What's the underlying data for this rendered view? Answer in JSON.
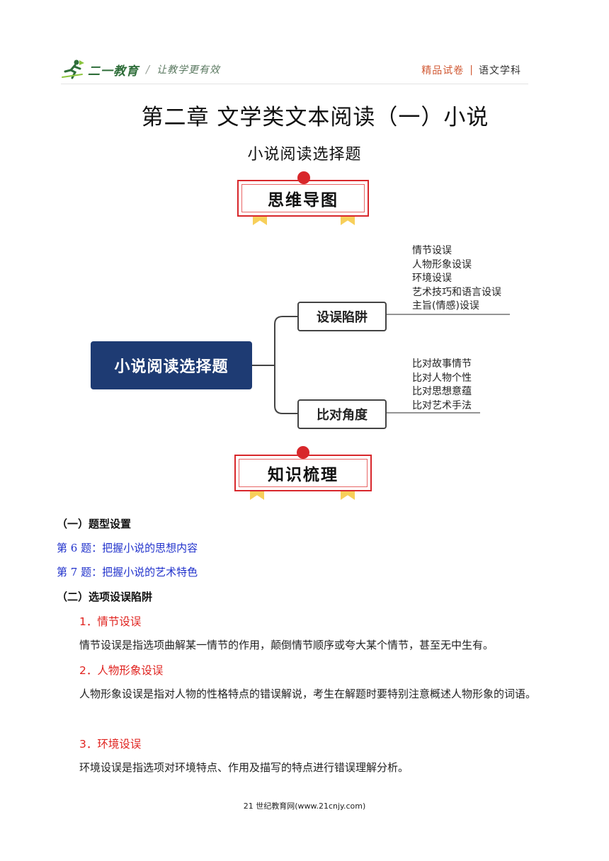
{
  "header": {
    "logo_text": "二一教育",
    "slogan": "让教学更有效",
    "tag": "精品试卷",
    "subject": "语文学科"
  },
  "title": "第二章  文学类文本阅读（一）小说",
  "subtitle": "小说阅读选择题",
  "banners": {
    "mind_map": "思维导图",
    "knowledge": "知识梳理"
  },
  "mind_map": {
    "root": "小说阅读选择题",
    "branches": [
      {
        "label": "设误陷阱",
        "items": [
          "情节设误",
          "人物形象设误",
          "环境设误",
          "艺术技巧和语言设误",
          "主旨(情感)设误"
        ]
      },
      {
        "label": "比对角度",
        "items": [
          "比对故事情节",
          "比对人物个性",
          "比对思想意蕴",
          "比对艺术手法"
        ]
      }
    ]
  },
  "sections": [
    {
      "heading": "（一）题型设置",
      "lines": [
        "第 6 题：把握小说的思想内容",
        "第 7 题：把握小说的艺术特色"
      ]
    },
    {
      "heading": "（二）选项设误陷阱",
      "items": [
        {
          "title": "1．情节设误",
          "text": "情节设误是指选项曲解某一情节的作用，颠倒情节顺序或夸大某个情节，甚至无中生有。"
        },
        {
          "title": "2．人物形象设误",
          "text": "人物形象设误是指对人物的性格特点的错误解说，考生在解题时要特别注意概述人物形象的词语。"
        },
        {
          "title": "3．环境设误",
          "text": "环境设误是指选项对环境特点、作用及描写的特点进行错误理解分析。"
        }
      ]
    }
  ],
  "footer": "21 世纪教育网(www.21cnjy.com)",
  "colors": {
    "accent_red": "#d8272b",
    "root_blue": "#1e3b73",
    "question_blue": "#2233cc",
    "subhead_red": "#e0231f",
    "ribbon_yellow": "#f7cf5a"
  }
}
